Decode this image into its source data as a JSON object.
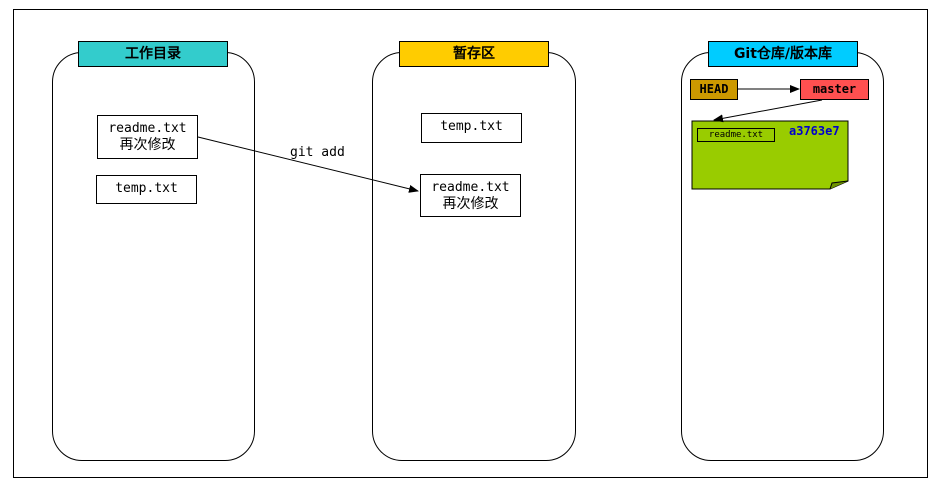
{
  "columns": {
    "working": {
      "title": "工作目录",
      "color": "#33cccc"
    },
    "staging": {
      "title": "暂存区",
      "color": "#ffcc00"
    },
    "repository": {
      "title": "Git仓库/版本库",
      "color": "#00ccff"
    }
  },
  "working_files": [
    {
      "name": "readme.txt",
      "note": "再次修改"
    },
    {
      "name": "temp.txt",
      "note": ""
    }
  ],
  "staging_files": [
    {
      "name": "temp.txt",
      "note": ""
    },
    {
      "name": "readme.txt",
      "note": "再次修改"
    }
  ],
  "arrow_label": "git add",
  "refs": {
    "head": {
      "label": "HEAD",
      "color": "#cc9900"
    },
    "master": {
      "label": "master",
      "color": "#ff5050"
    }
  },
  "commit": {
    "hash": "a3763e7",
    "file": "readme.txt",
    "color": "#99cc00"
  }
}
